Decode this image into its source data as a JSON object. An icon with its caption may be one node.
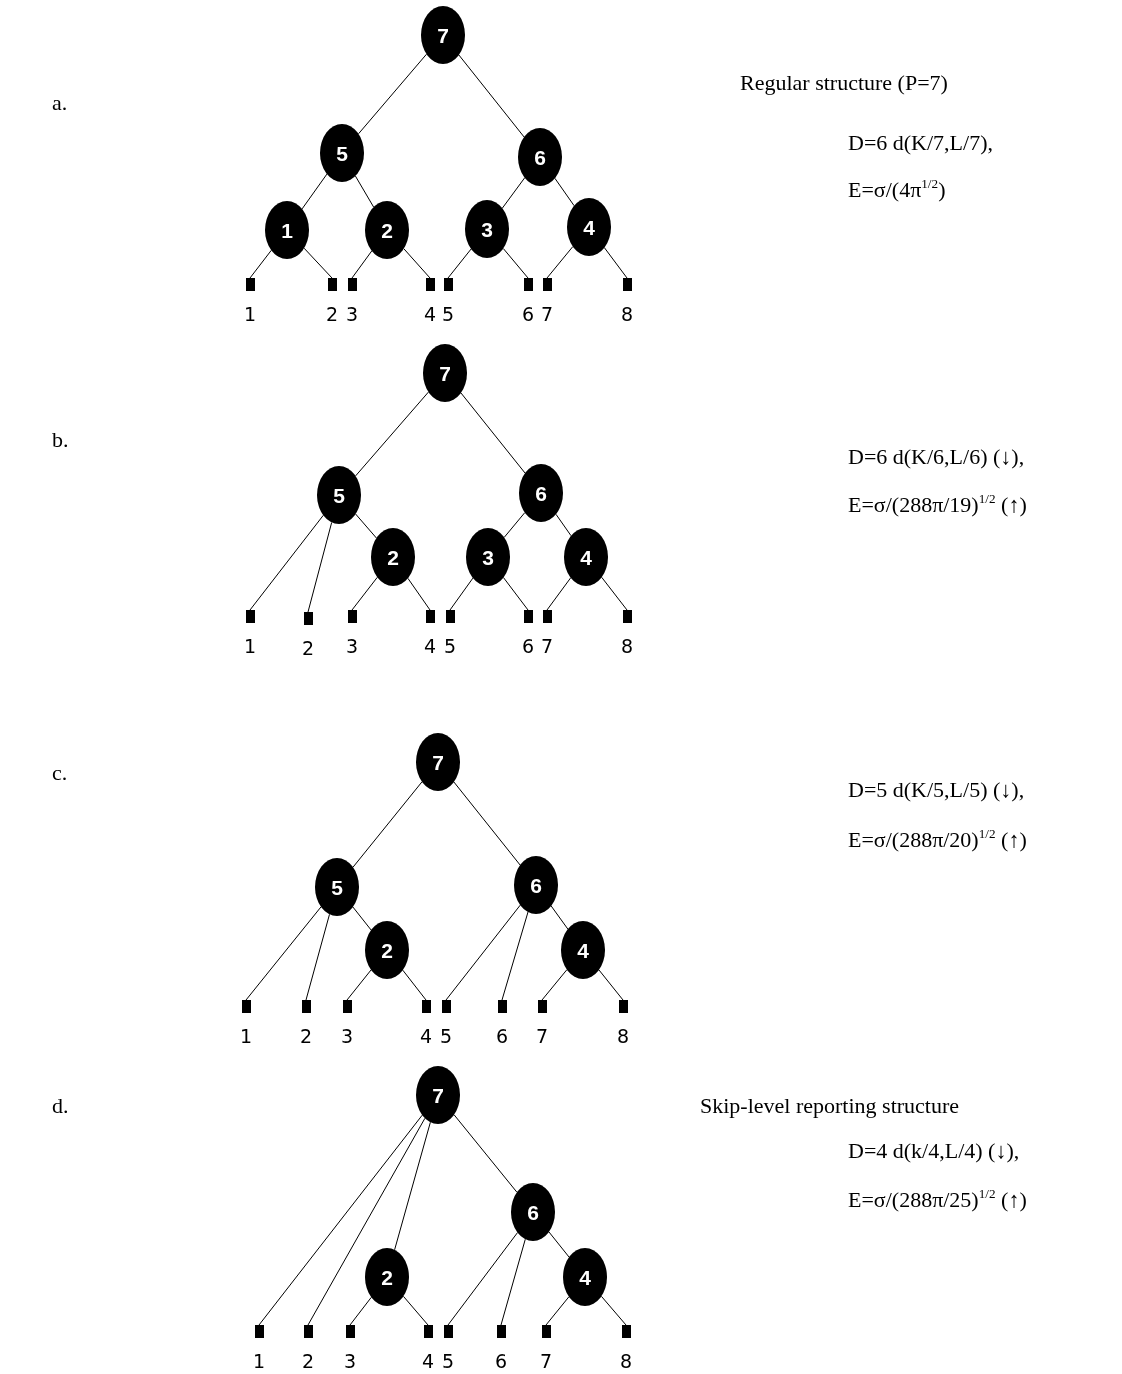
{
  "diagram": {
    "nodes": [
      {
        "text": [
          "7"
        ]
      },
      {
        "text": [
          "5"
        ]
      },
      {
        "text": [
          "6"
        ]
      },
      {
        "text": [
          "1"
        ]
      },
      {
        "text": [
          "2"
        ]
      },
      {
        "text": [
          "3"
        ]
      },
      {
        "text": [
          "4"
        ]
      },
      {
        "text": [],
        "shape": "box",
        "beside": [
          "1"
        ]
      },
      {
        "text": [],
        "shape": "box",
        "beside": [
          "2"
        ]
      },
      {
        "text": [],
        "shape": "box",
        "beside": [
          "3"
        ]
      },
      {
        "text": [],
        "shape": "box",
        "beside": [
          "4"
        ]
      },
      {
        "text": [],
        "shape": "box",
        "beside": [
          "5"
        ]
      },
      {
        "text": [],
        "shape": "box",
        "beside": [
          "6"
        ]
      },
      {
        "text": [],
        "shape": "box",
        "beside": [
          "7"
        ]
      },
      {
        "text": [],
        "shape": "box",
        "beside": [
          "8"
        ]
      },
      {
        "text": [
          "7"
        ]
      },
      {
        "text": [
          "5"
        ]
      },
      {
        "text": [
          "6"
        ]
      },
      {
        "text": [
          "2"
        ]
      },
      {
        "text": [
          "3"
        ]
      },
      {
        "text": [
          "4"
        ]
      },
      {
        "text": [],
        "shape": "box",
        "beside": [
          "1"
        ]
      },
      {
        "text": [],
        "shape": "box",
        "beside": [
          "2"
        ]
      },
      {
        "text": [],
        "shape": "box",
        "beside": [
          "3"
        ]
      },
      {
        "text": [],
        "shape": "box",
        "beside": [
          "4"
        ]
      },
      {
        "text": [],
        "shape": "box",
        "beside": [
          "5"
        ]
      },
      {
        "text": [],
        "shape": "box",
        "beside": [
          "6"
        ]
      },
      {
        "text": [],
        "shape": "box",
        "beside": [
          "7"
        ]
      },
      {
        "text": [],
        "shape": "box",
        "beside": [
          "8"
        ]
      },
      {
        "text": [
          "7"
        ]
      },
      {
        "text": [
          "5"
        ]
      },
      {
        "text": [
          "6"
        ]
      },
      {
        "text": [
          "2"
        ]
      },
      {
        "text": [
          "4"
        ]
      },
      {
        "text": [],
        "shape": "box",
        "beside": [
          "1"
        ]
      },
      {
        "text": [],
        "shape": "box",
        "beside": [
          "2"
        ]
      },
      {
        "text": [],
        "shape": "box",
        "beside": [
          "3"
        ]
      },
      {
        "text": [],
        "shape": "box",
        "beside": [
          "4"
        ]
      },
      {
        "text": [],
        "shape": "box",
        "beside": [
          "5"
        ]
      },
      {
        "text": [],
        "shape": "box",
        "beside": [
          "6"
        ]
      },
      {
        "text": [],
        "shape": "box",
        "beside": [
          "7"
        ]
      },
      {
        "text": [],
        "shape": "box",
        "beside": [
          "8"
        ]
      },
      {
        "text": [
          "7"
        ]
      },
      {
        "text": [
          "6"
        ]
      },
      {
        "text": [
          "2"
        ]
      },
      {
        "text": [
          "4"
        ]
      },
      {
        "text": [],
        "shape": "box",
        "beside": [
          "1"
        ]
      },
      {
        "text": [],
        "shape": "box",
        "beside": [
          "2"
        ]
      },
      {
        "text": [],
        "shape": "box",
        "beside": [
          "3"
        ]
      },
      {
        "text": [],
        "shape": "box",
        "beside": [
          "4"
        ]
      },
      {
        "text": [],
        "shape": "box",
        "beside": [
          "5"
        ]
      },
      {
        "text": [],
        "shape": "box",
        "beside": [
          "6"
        ]
      },
      {
        "text": [],
        "shape": "box",
        "beside": [
          "7"
        ]
      },
      {
        "text": [],
        "shape": "box",
        "beside": [
          "8"
        ]
      }
    ],
    "edges": [
      {
        "from": 0,
        "to": 1,
        "arrow": "none"
      },
      {
        "from": 0,
        "to": 2,
        "arrow": "none"
      },
      {
        "from": 1,
        "to": 3,
        "arrow": "none"
      },
      {
        "from": 1,
        "to": 4,
        "arrow": "none"
      },
      {
        "from": 2,
        "to": 5,
        "arrow": "none"
      },
      {
        "from": 2,
        "to": 6,
        "arrow": "none"
      },
      {
        "from": 3,
        "to": 7,
        "arrow": "none"
      },
      {
        "from": 3,
        "to": 8,
        "arrow": "none"
      },
      {
        "from": 4,
        "to": 9,
        "arrow": "none"
      },
      {
        "from": 4,
        "to": 10,
        "arrow": "none"
      },
      {
        "from": 5,
        "to": 11,
        "arrow": "none"
      },
      {
        "from": 5,
        "to": 12,
        "arrow": "none"
      },
      {
        "from": 6,
        "to": 13,
        "arrow": "none"
      },
      {
        "from": 6,
        "to": 14,
        "arrow": "none"
      },
      {
        "from": 15,
        "to": 16,
        "arrow": "none"
      },
      {
        "from": 15,
        "to": 17,
        "arrow": "none"
      },
      {
        "from": 16,
        "to": 21,
        "arrow": "none"
      },
      {
        "from": 16,
        "to": 22,
        "arrow": "none"
      },
      {
        "from": 16,
        "to": 18,
        "arrow": "none"
      },
      {
        "from": 17,
        "to": 19,
        "arrow": "none"
      },
      {
        "from": 17,
        "to": 20,
        "arrow": "none"
      },
      {
        "from": 18,
        "to": 23,
        "arrow": "none"
      },
      {
        "from": 18,
        "to": 24,
        "arrow": "none"
      },
      {
        "from": 19,
        "to": 25,
        "arrow": "none"
      },
      {
        "from": 19,
        "to": 26,
        "arrow": "none"
      },
      {
        "from": 20,
        "to": 27,
        "arrow": "none"
      },
      {
        "from": 20,
        "to": 28,
        "arrow": "none"
      },
      {
        "from": 29,
        "to": 30,
        "arrow": "none"
      },
      {
        "from": 29,
        "to": 31,
        "arrow": "none"
      },
      {
        "from": 30,
        "to": 34,
        "arrow": "none"
      },
      {
        "from": 30,
        "to": 35,
        "arrow": "none"
      },
      {
        "from": 30,
        "to": 32,
        "arrow": "none"
      },
      {
        "from": 31,
        "to": 38,
        "arrow": "none"
      },
      {
        "from": 31,
        "to": 39,
        "arrow": "none"
      },
      {
        "from": 31,
        "to": 33,
        "arrow": "none"
      },
      {
        "from": 32,
        "to": 36,
        "arrow": "none"
      },
      {
        "from": 32,
        "to": 37,
        "arrow": "none"
      },
      {
        "from": 33,
        "to": 40,
        "arrow": "none"
      },
      {
        "from": 33,
        "to": 41,
        "arrow": "none"
      },
      {
        "from": 42,
        "to": 46,
        "arrow": "none"
      },
      {
        "from": 42,
        "to": 47,
        "arrow": "none"
      },
      {
        "from": 42,
        "to": 44,
        "arrow": "none"
      },
      {
        "from": 42,
        "to": 43,
        "arrow": "none"
      },
      {
        "from": 43,
        "to": 50,
        "arrow": "none"
      },
      {
        "from": 43,
        "to": 51,
        "arrow": "none"
      },
      {
        "from": 43,
        "to": 45,
        "arrow": "none"
      },
      {
        "from": 44,
        "to": 48,
        "arrow": "none"
      },
      {
        "from": 44,
        "to": 49,
        "arrow": "none"
      },
      {
        "from": 45,
        "to": 52,
        "arrow": "none"
      },
      {
        "from": 45,
        "to": 53,
        "arrow": "none"
      }
    ],
    "labels": [
      "a.",
      "Regular structure (P=7)",
      "D=6 d(K/7,L/7),",
      "E=σ/(4π$^{1/2}$)",
      "b.",
      "D=6 d(K/6,L/6) (↓),",
      "E=σ/(288π/19)$^{1/2}$ (↑)",
      "c.",
      "D=5 d(K/5,L/5) (↓),",
      "E=σ/(288π/20)$^{1/2}$ (↑)",
      "d.",
      "Skip-level reporting structure",
      "D=4 d(k/4,L/4) (↓),",
      "E=σ/(288π/25)$^{1/2}$ (↑)"
    ]
  }
}
